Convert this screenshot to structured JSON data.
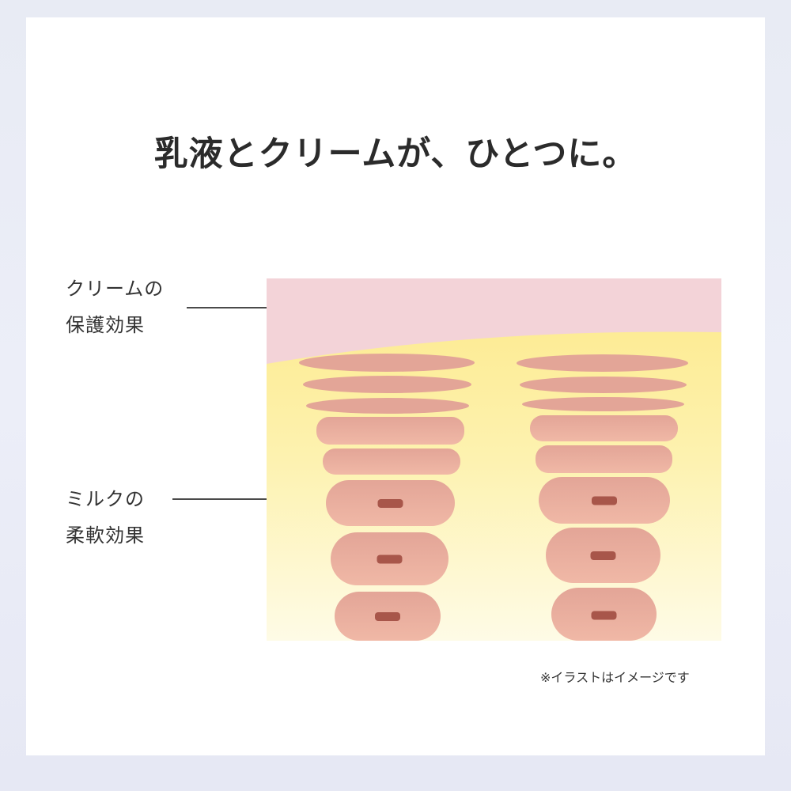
{
  "title": "乳液とクリームが、ひとつに。",
  "labels": {
    "cream": [
      "クリームの",
      "保護効果"
    ],
    "milk": [
      "ミルクの",
      "柔軟効果"
    ]
  },
  "note": "※イラストはイメージです",
  "colors": {
    "cream_layer": "#f3d3d8",
    "milk_layer": "#fdf0a8",
    "cell": "#e3a597",
    "nucleus": "#a8564a"
  }
}
